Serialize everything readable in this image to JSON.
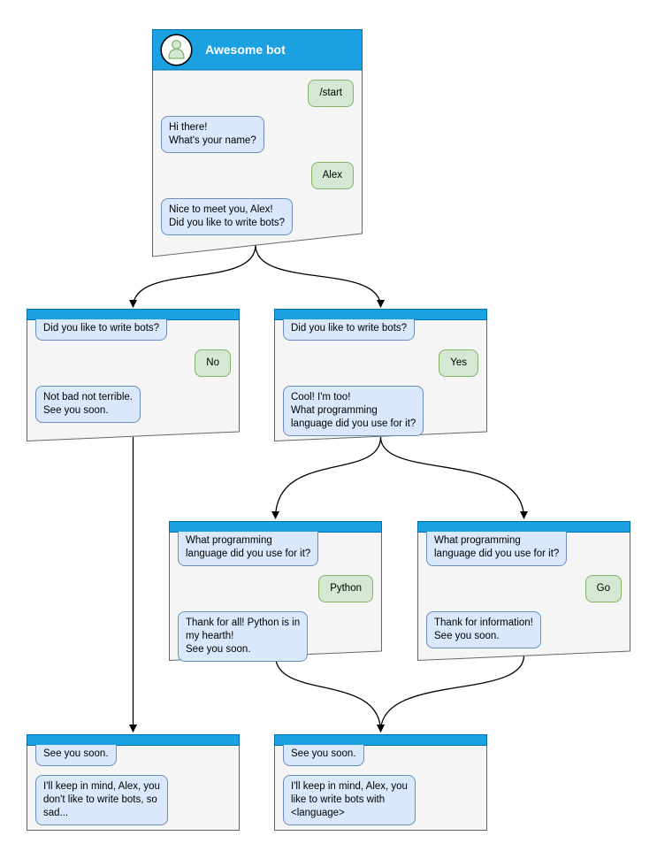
{
  "colors": {
    "header_fill": "#1ba1e2",
    "header_stroke": "#006eaf",
    "window_fill": "#f5f5f5",
    "window_stroke": "#666666",
    "bot_bubble_fill": "#dae8fc",
    "bot_bubble_stroke": "#6c8ebf",
    "user_bubble_fill": "#d5e8d4",
    "user_bubble_stroke": "#82b366",
    "connector": "#000000"
  },
  "windows": {
    "root": {
      "title": "Awesome bot",
      "messages": [
        {
          "from": "user",
          "text": "/start"
        },
        {
          "from": "bot",
          "text": "Hi there!\nWhat's your name?"
        },
        {
          "from": "user",
          "text": "Alex"
        },
        {
          "from": "bot",
          "text": "Nice to meet you, Alex!\nDid you like to write bots?"
        }
      ]
    },
    "branch_no": {
      "messages": [
        {
          "from": "bot",
          "text": "Did you like to write bots?"
        },
        {
          "from": "user",
          "text": "No"
        },
        {
          "from": "bot",
          "text": "Not bad not terrible.\nSee you soon."
        }
      ]
    },
    "branch_yes": {
      "messages": [
        {
          "from": "bot",
          "text": "Did you like to write bots?"
        },
        {
          "from": "user",
          "text": "Yes"
        },
        {
          "from": "bot",
          "text": "Cool! I'm too!\nWhat programming\nlanguage did you use for it?"
        }
      ]
    },
    "branch_python": {
      "messages": [
        {
          "from": "bot",
          "text": "What programming\nlanguage did you use for it?"
        },
        {
          "from": "user",
          "text": "Python"
        },
        {
          "from": "bot",
          "text": "Thank for all! Python is in\nmy hearth!\nSee you soon."
        }
      ]
    },
    "branch_go": {
      "messages": [
        {
          "from": "bot",
          "text": "What programming\nlanguage did you use for it?"
        },
        {
          "from": "user",
          "text": "Go"
        },
        {
          "from": "bot",
          "text": "Thank for information!\nSee you soon."
        }
      ]
    },
    "end_no": {
      "messages": [
        {
          "from": "bot",
          "text": "See you soon."
        },
        {
          "from": "bot",
          "text": "I'll keep in mind, Alex, you\ndon't like to write bots, so\nsad..."
        }
      ]
    },
    "end_yes": {
      "messages": [
        {
          "from": "bot",
          "text": "See you soon."
        },
        {
          "from": "bot",
          "text": "I'll keep in mind, Alex, you\nlike to write bots with\n<language>"
        }
      ]
    }
  },
  "edges": [
    {
      "from": "root",
      "to": "branch_no"
    },
    {
      "from": "root",
      "to": "branch_yes"
    },
    {
      "from": "branch_yes",
      "to": "branch_python"
    },
    {
      "from": "branch_yes",
      "to": "branch_go"
    },
    {
      "from": "branch_no",
      "to": "end_no"
    },
    {
      "from": "branch_python",
      "to": "end_yes"
    },
    {
      "from": "branch_go",
      "to": "end_yes"
    }
  ]
}
